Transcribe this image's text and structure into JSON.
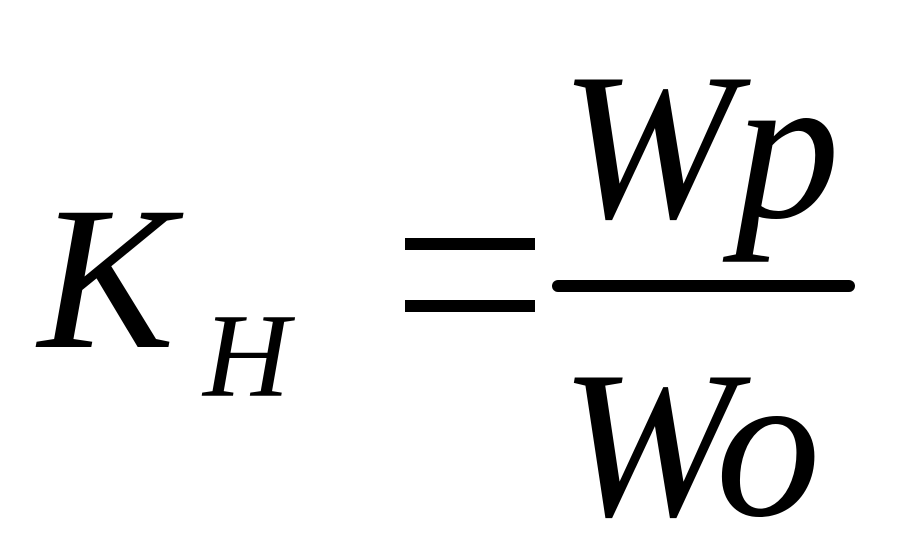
{
  "formula": {
    "lhs": {
      "variable": "K",
      "subscript": "H"
    },
    "operator": "=",
    "fraction": {
      "numerator": "Wp",
      "denominator": "Wo"
    }
  },
  "colors": {
    "background": "#ffffff",
    "ink": "#000000"
  }
}
